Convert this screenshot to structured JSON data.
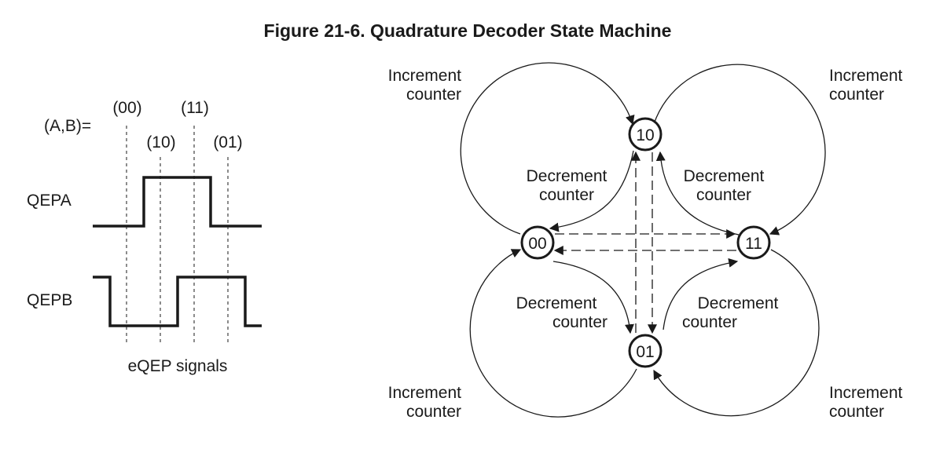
{
  "figure": {
    "title": "Figure 21-6.  Quadrature Decoder State Machine"
  },
  "waveform": {
    "ab_label": "(A,B)=",
    "states_top": [
      "(00)",
      "(11)"
    ],
    "states_bottom": [
      "(10)",
      "(01)"
    ],
    "qepa_label": "QEPA",
    "qepb_label": "QEPB",
    "caption": "eQEP signals"
  },
  "state_machine": {
    "states": [
      "10",
      "00",
      "11",
      "01"
    ],
    "labels": {
      "increment_top_left": [
        "Increment",
        "counter"
      ],
      "increment_top_right": [
        "Increment",
        "counter"
      ],
      "increment_bottom_left": [
        "Increment",
        "counter"
      ],
      "increment_bottom_right": [
        "Increment",
        "counter"
      ],
      "decrement_upper_left": [
        "Decrement",
        "counter"
      ],
      "decrement_upper_right": [
        "Decrement",
        "counter"
      ],
      "decrement_lower_left": [
        "Decrement",
        "counter"
      ],
      "decrement_lower_right": [
        "Decrement",
        "counter"
      ]
    }
  }
}
